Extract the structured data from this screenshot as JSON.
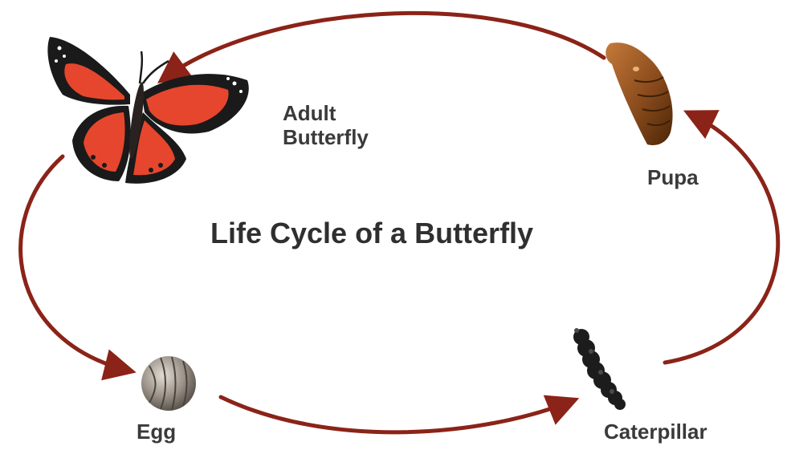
{
  "title": "Life Cycle of a Butterfly",
  "stages": {
    "adult": "Adult Butterfly",
    "pupa": "Pupa",
    "egg": "Egg",
    "caterpillar": "Caterpillar"
  },
  "colors": {
    "arrow": "#8b2318",
    "text": "#3a3a3a",
    "wing_red": "#e6462d",
    "wing_black": "#1a1a1a",
    "pupa_brown": "#8a4b1c",
    "egg_gray": "#9a9288"
  }
}
